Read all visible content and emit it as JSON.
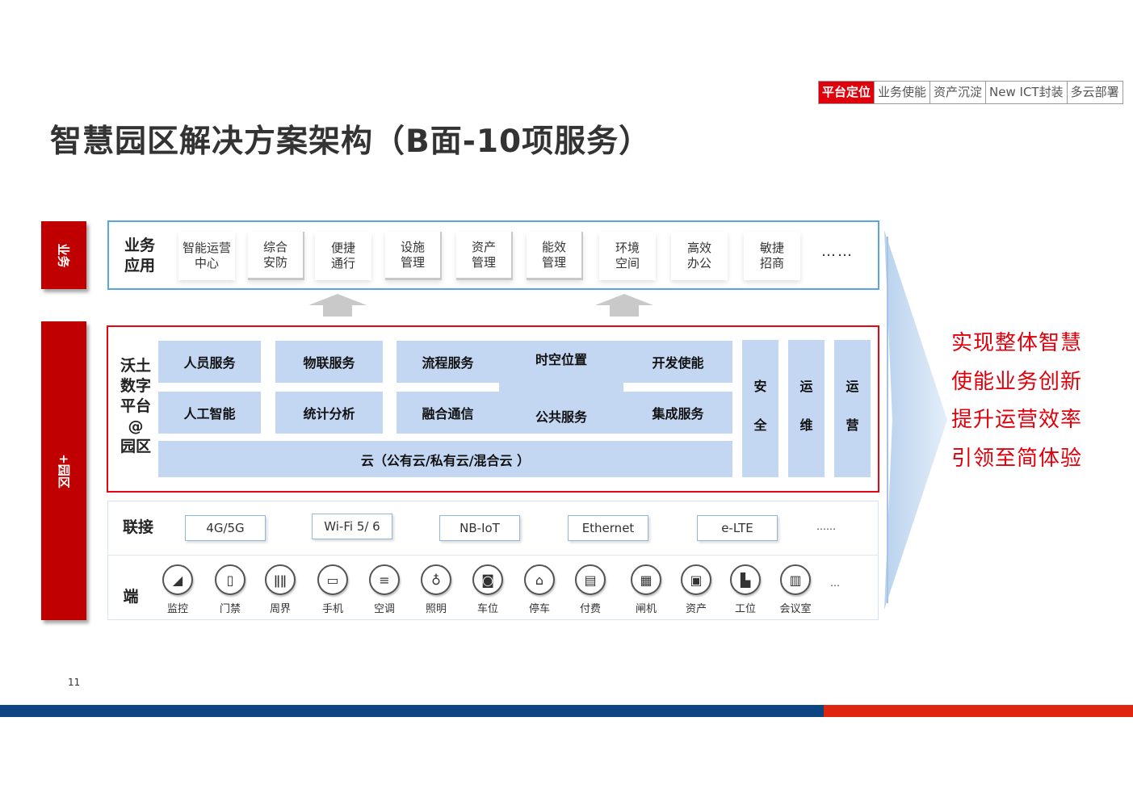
{
  "nav": {
    "tabs": [
      "平台定位",
      "业务使能",
      "资产沉淀",
      "New ICT封装",
      "多云部署"
    ],
    "active_index": 0
  },
  "title": "智慧园区解决方案架构（B面-10项服务）",
  "side_labels": {
    "top": "业务",
    "bottom": "+园区"
  },
  "business": {
    "head": "业务\n应用",
    "items": [
      "智能运营\n中心",
      "综合\n安防",
      "便捷\n通行",
      "设施\n管理",
      "资产\n管理",
      "能效\n管理",
      "环境\n空间",
      "高效\n办公",
      "敏捷\n招商"
    ],
    "more": "……"
  },
  "platform": {
    "head": "沃土\n数字\n平台\n@\n园区",
    "row1": [
      "人员服务",
      "物联服务",
      "流程服务",
      "时空位置",
      "开发使能"
    ],
    "row2": [
      "人工智能",
      "统计分析",
      "融合通信",
      "公共服务",
      "集成服务"
    ],
    "cloud": "云（公有云/私有云/混合云 ）",
    "verticals": [
      {
        "top": "安",
        "bottom": "全"
      },
      {
        "top": "运",
        "bottom": "维"
      },
      {
        "top": "运",
        "bottom": "营"
      }
    ]
  },
  "connectivity": {
    "head": "联接",
    "protocols": [
      "4G/5G",
      "Wi-Fi 5/ 6",
      "NB-IoT",
      "Ethernet",
      "e-LTE"
    ],
    "more": "……"
  },
  "endpoint": {
    "head": "端",
    "devices": [
      {
        "label": "监控",
        "icon": "camera-icon",
        "glyph": "◢"
      },
      {
        "label": "门禁",
        "icon": "door-icon",
        "glyph": "▯"
      },
      {
        "label": "周界",
        "icon": "fence-icon",
        "glyph": "ǁǁ"
      },
      {
        "label": "手机",
        "icon": "phone-icon",
        "glyph": "▭"
      },
      {
        "label": "空调",
        "icon": "air-conditioner-icon",
        "glyph": "≡"
      },
      {
        "label": "照明",
        "icon": "lightbulb-icon",
        "glyph": "♁"
      },
      {
        "label": "车位",
        "icon": "car-icon",
        "glyph": "◙"
      },
      {
        "label": "停车",
        "icon": "parking-icon",
        "glyph": "⌂"
      },
      {
        "label": "付费",
        "icon": "payment-icon",
        "glyph": "▤"
      },
      {
        "label": "闸机",
        "icon": "gate-icon",
        "glyph": "▦"
      },
      {
        "label": "资产",
        "icon": "asset-icon",
        "glyph": "▣"
      },
      {
        "label": "工位",
        "icon": "workstation-icon",
        "glyph": "▙"
      },
      {
        "label": "会议室",
        "icon": "meeting-room-icon",
        "glyph": "▥"
      }
    ],
    "more": "…"
  },
  "goals": [
    "实现整体智慧",
    "使能业务创新",
    "提升运营效率",
    "引领至简体验"
  ],
  "page_number": "11",
  "colors": {
    "brand_red": "#e0000b",
    "frame_blue": "#5aa7dc",
    "cell_blue": "#c3d6f2",
    "footer_blue": "#0d4482",
    "footer_red": "#e0260f"
  }
}
